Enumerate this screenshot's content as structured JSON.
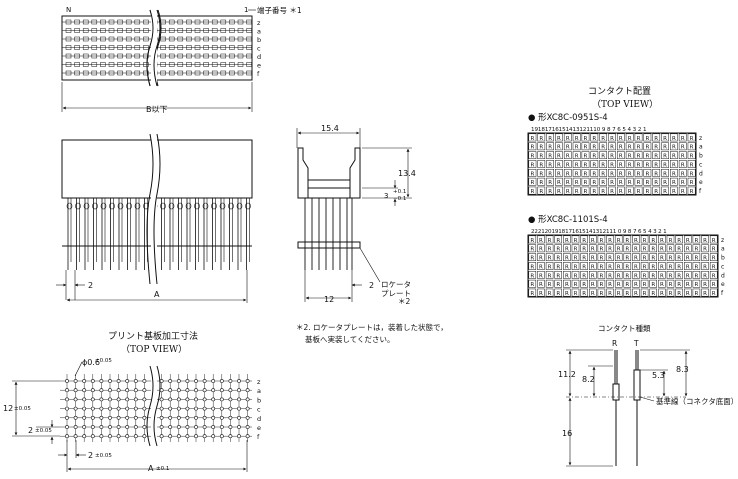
{
  "top_view": {
    "label_n": "N",
    "label_1": "1",
    "terminal_label": "端子番号 ＊1",
    "rows": [
      "z",
      "a",
      "b",
      "c",
      "d",
      "e",
      "f"
    ],
    "dim_b": "B以下"
  },
  "front_view": {
    "dim_2": "2",
    "dim_a": "A"
  },
  "side_view": {
    "dim_width": "15.4",
    "dim_height": "13.4",
    "dim_3": "3",
    "dim_plus": "+0.1",
    "dim_minus": "−0.1",
    "dim_12": "12",
    "dim_2": "2",
    "locator_label_1": "ロケータ",
    "locator_label_2": "プレート",
    "note_ref": "＊2"
  },
  "note": {
    "line1": "＊2. ロケータプレートは，装着した状態で，",
    "line2": "基板へ実装してください。"
  },
  "pcb": {
    "title": "プリント基板加工寸法",
    "subtitle": "（TOP VIEW）",
    "hole": "ϕ0.6",
    "hole_tol": "±0.05",
    "dim_12": "12",
    "dim_12_tol": "±0.05",
    "dim_2": "2",
    "dim_2_tol": "±0.05",
    "dim_2b": "2",
    "dim_2b_tol": "±0.05",
    "dim_a": "A",
    "dim_a_tol": "±0.1",
    "rows": [
      "z",
      "a",
      "b",
      "c",
      "d",
      "e",
      "f"
    ]
  },
  "contact_layout": {
    "title": "コンタクト配置",
    "subtitle": "（TOP VIEW）",
    "model1": "● 形XC8C-0951S-4",
    "model1_numbers": "19181716151413121110 9 8 7 6 5 4 3 2 1",
    "model2": "● 形XC8C-1101S-4",
    "model2_numbers": "2221201918171615141312111 0 9 8 7 6 5 4 3 2 1",
    "rows": [
      "z",
      "a",
      "b",
      "c",
      "d",
      "e",
      "f"
    ],
    "cell_letter": "R"
  },
  "contact_types": {
    "title": "コンタクト種類",
    "label_r": "R",
    "label_t": "T",
    "dim_11_2": "11.2",
    "dim_8_2": "8.2",
    "dim_5_3": "5.3",
    "dim_8_3": "8.3",
    "dim_16": "16",
    "reference_line": "基準線（コネクタ底面）"
  }
}
